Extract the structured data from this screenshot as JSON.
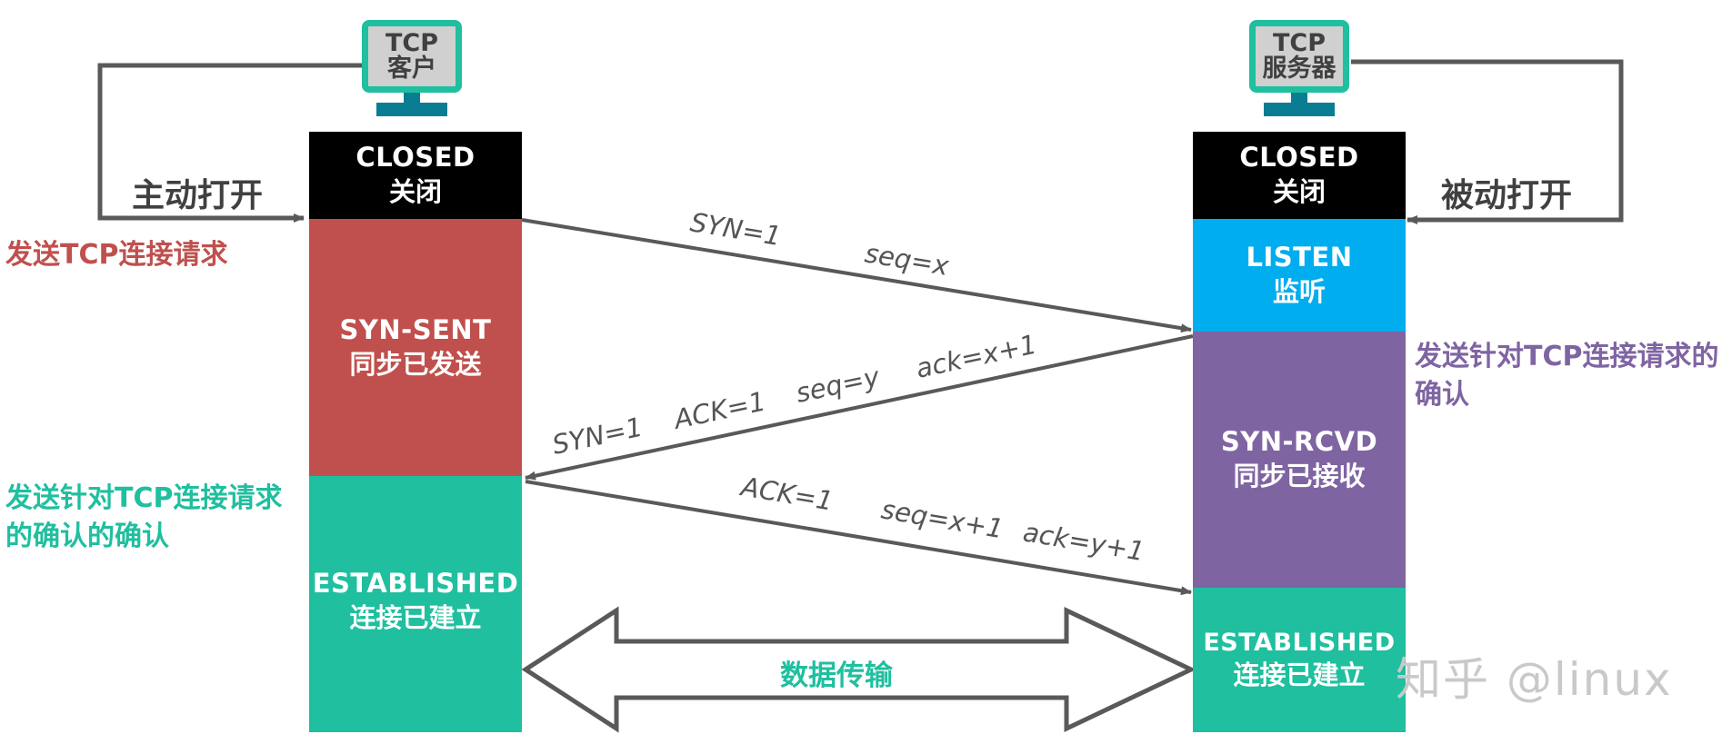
{
  "client": {
    "monitor_line1": "TCP",
    "monitor_line2": "客户",
    "open_label": "主动打开",
    "states": [
      {
        "en": "CLOSED",
        "cn": "关闭",
        "color": "#000000"
      },
      {
        "en": "SYN-SENT",
        "cn": "同步已发送",
        "color": "#bf504d"
      },
      {
        "en": "ESTABLISHED",
        "cn": "连接已建立",
        "color": "#1fbf9f"
      }
    ],
    "notes": [
      {
        "text": "发送TCP连接请求",
        "color": "#bf504d"
      },
      {
        "text": "发送针对TCP连接请求的确认的确认",
        "color": "#1fbf9f"
      }
    ]
  },
  "server": {
    "monitor_line1": "TCP",
    "monitor_line2": "服务器",
    "open_label": "被动打开",
    "states": [
      {
        "en": "CLOSED",
        "cn": "关闭",
        "color": "#000000"
      },
      {
        "en": "LISTEN",
        "cn": "监听",
        "color": "#00adef"
      },
      {
        "en": "SYN-RCVD",
        "cn": "同步已接收",
        "color": "#7f64a2"
      },
      {
        "en": "ESTABLISHED",
        "cn": "连接已建立",
        "color": "#1fbf9f"
      }
    ],
    "notes": [
      {
        "text": "发送针对TCP连接请求的确认",
        "color": "#7f64a2"
      }
    ]
  },
  "messages": {
    "m1": {
      "syn": "SYN=1",
      "seq": "seq=x"
    },
    "m2": {
      "syn": "SYN=1",
      "ack_flag": "ACK=1",
      "seq": "seq=y",
      "ack": "ack=x+1"
    },
    "m3": {
      "ack_flag": "ACK=1",
      "seq": "seq=x+1",
      "ack": "ack=y+1"
    }
  },
  "data_transfer_label": "数据传输",
  "watermark": "知乎 @linux"
}
